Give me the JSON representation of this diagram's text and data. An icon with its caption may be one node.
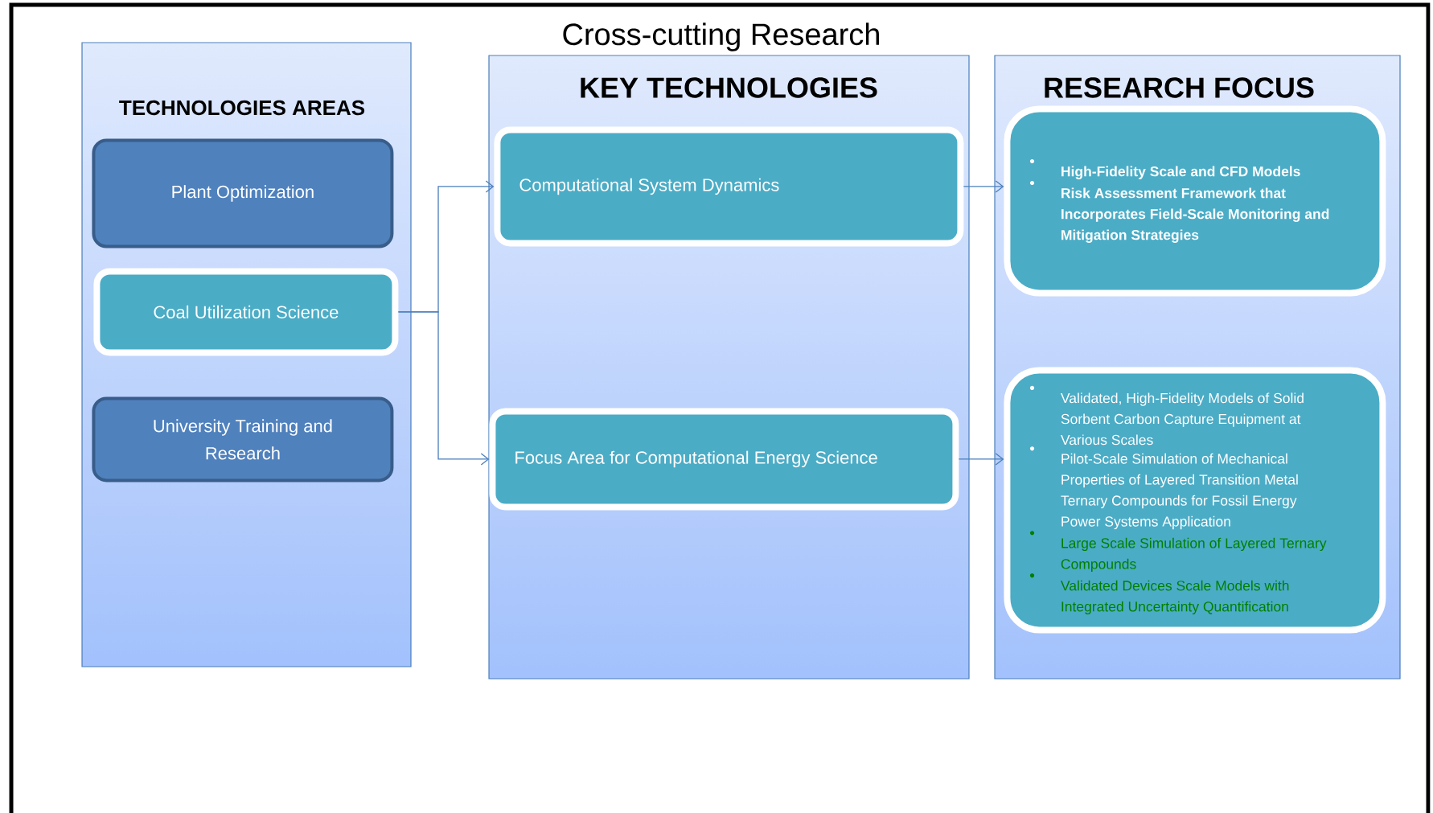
{
  "diagram": {
    "title": "Cross-cutting Research",
    "nodes": [
      {
        "text": [
          "TECHNOLOGIES AREAS"
        ]
      },
      {
        "text": [
          "Plant Optimization"
        ],
        "in": 0
      },
      {
        "text": [
          "Coal Utilization Science"
        ],
        "in": 0
      },
      {
        "text": [
          "University Training and Research"
        ],
        "in": 0
      },
      {
        "text": [
          "KEY TECHNOLOGIES"
        ]
      },
      {
        "text": [
          "Computational System Dynamics"
        ],
        "in": 4
      },
      {
        "text": [
          "Focus Area for Computational Energy Science"
        ],
        "in": 4
      },
      {
        "text": [
          "RESEARCH FOCUS"
        ]
      },
      {
        "text": [
          "High-Fidelity Scale and CFD Models",
          "Risk Assessment Framework that Incorporates Field-Scale Monitoring and Mitigation Strategies"
        ],
        "in": 7
      },
      {
        "text": [
          "Validated, High-Fidelity Models of Solid Sorbent Carbon Capture Equipment at Various Scales",
          "Pilot-Scale Simulation of Mechanical Properties of Layered Transition Metal Ternary Compounds for Fossil Energy Power Systems Application",
          "Large Scale Simulation of Layered Ternary Compounds",
          "Validated Devices Scale Models with Integrated Uncertainty Quantification"
        ],
        "in": 7
      }
    ],
    "edges": [
      {
        "from": 2,
        "to": 5,
        "arrow": "to"
      },
      {
        "from": 2,
        "to": 6,
        "arrow": "to"
      },
      {
        "from": 5,
        "to": 8,
        "arrow": "to"
      },
      {
        "from": 6,
        "to": 9,
        "arrow": "to"
      }
    ]
  }
}
